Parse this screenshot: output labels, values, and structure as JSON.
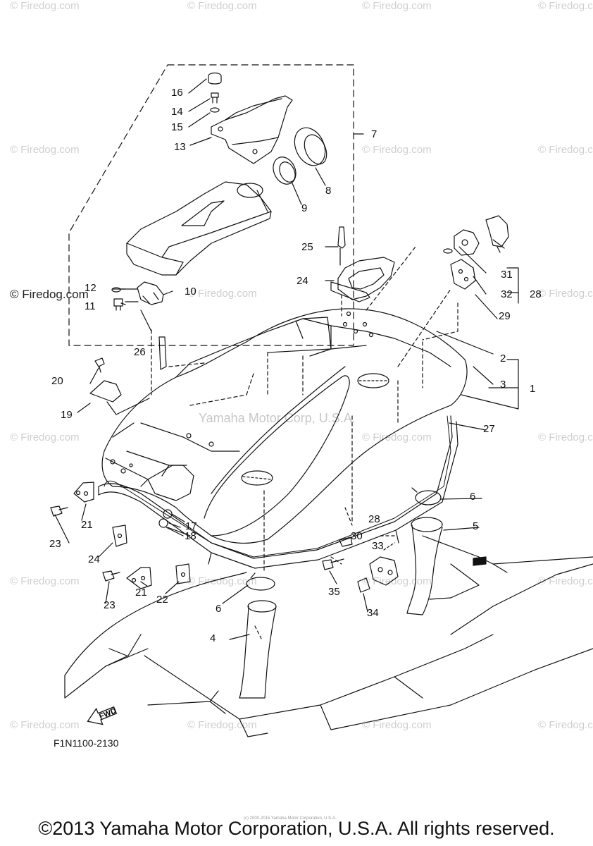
{
  "watermark": "© Firedog.com",
  "watermark_secondary": "© Firedog.com",
  "center_watermark": "Yamaha Motor Corp, U.S.A.",
  "diagram_code": "F1N1100-2130",
  "fwd_label": "FWD",
  "tiny_note": "(c) 2000-2015 Yamaha Motor Corporation, U.S.A.",
  "copyright": "©2013 Yamaha Motor Corporation, U.S.A. All rights reserved.",
  "parts": {
    "p1": "1",
    "p2": "2",
    "p3": "3",
    "p4": "4",
    "p5": "5",
    "p6a": "6",
    "p6b": "6",
    "p7": "7",
    "p8": "8",
    "p9": "9",
    "p10": "10",
    "p11": "11",
    "p12": "12",
    "p13": "13",
    "p14": "14",
    "p15": "15",
    "p16": "16",
    "p17": "17",
    "p18": "18",
    "p19": "19",
    "p20": "20",
    "p21a": "21",
    "p21b": "21",
    "p22": "22",
    "p23a": "23",
    "p23b": "23",
    "p24a": "24",
    "p24b": "24",
    "p25": "25",
    "p26": "26",
    "p27": "27",
    "p28a": "28",
    "p28b": "28",
    "p29": "29",
    "p30": "30",
    "p31": "31",
    "p32": "32",
    "p33": "33",
    "p34": "34",
    "p35": "35"
  }
}
